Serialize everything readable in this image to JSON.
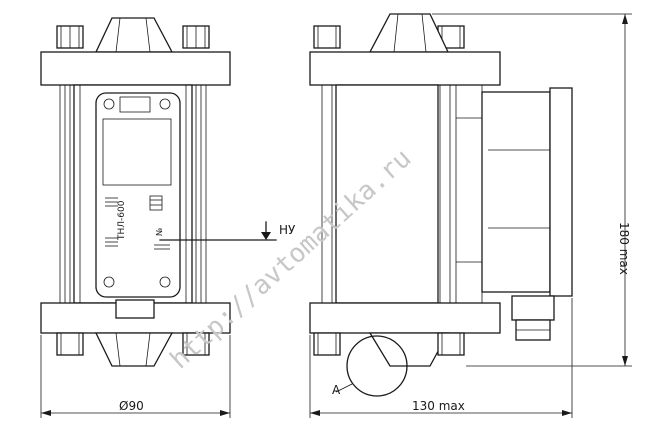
{
  "dimensions": {
    "width_left": "Ø90",
    "width_right": "130 max",
    "height_right": "180 max"
  },
  "labels": {
    "level_mark": "НУ",
    "detail": "А"
  },
  "plate": {
    "brand": "ТНЛ-600",
    "number": "№"
  },
  "watermark": "http://avtomatika.ru",
  "colors": {
    "line": "#1a1a1a",
    "watermark": "#c7c7c7",
    "background": "#ffffff"
  }
}
